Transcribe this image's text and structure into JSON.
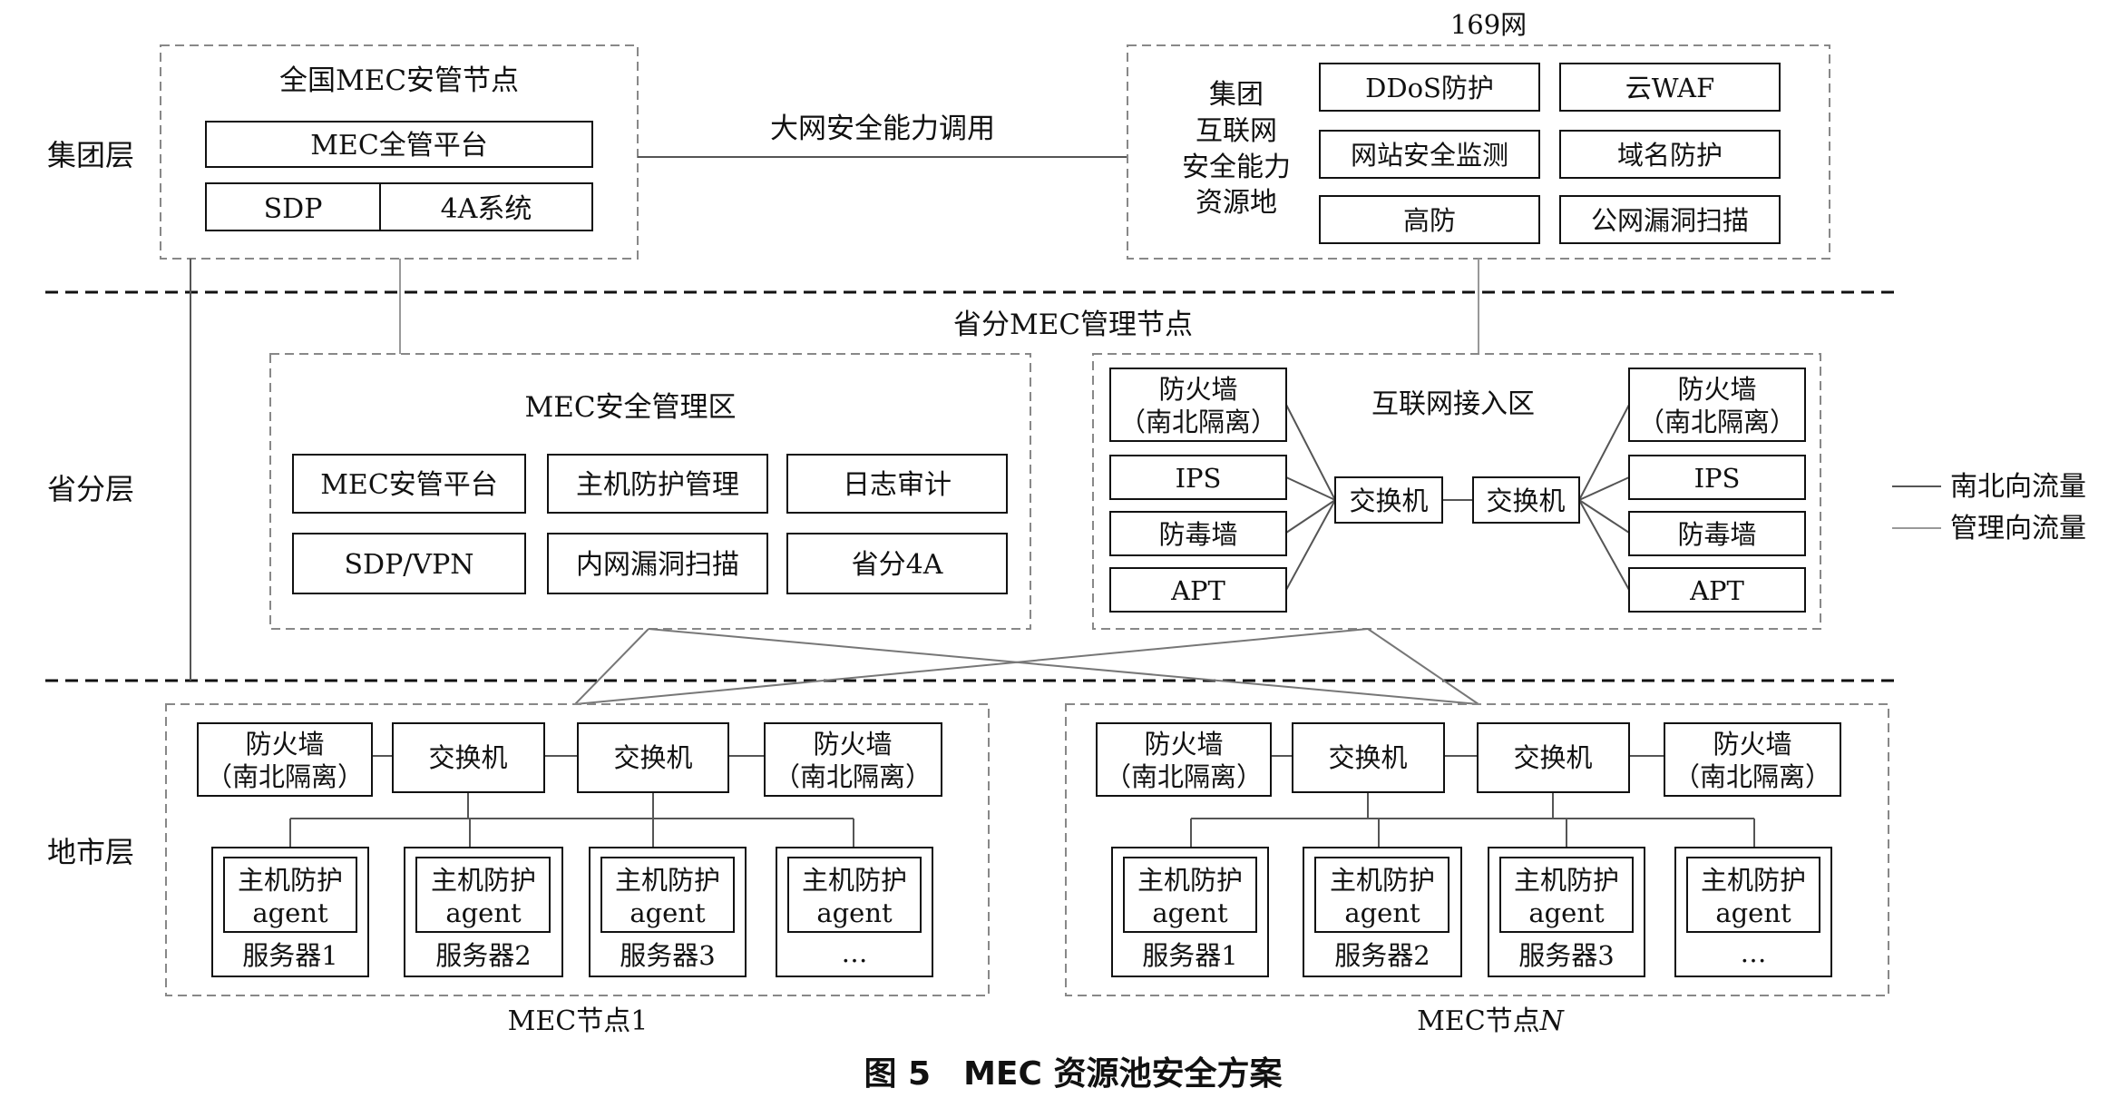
{
  "layers": {
    "group": "集团层",
    "province": "省分层",
    "city": "地市层"
  },
  "group": {
    "national_node": {
      "title": "全国MEC安管节点",
      "platform": "MEC全管平台",
      "sdp": "SDP",
      "fourA": "4A系统"
    },
    "link_label": "大网安全能力调用",
    "net169": "169网",
    "resource": {
      "title_lines": [
        "集团",
        "互联网",
        "安全能力",
        "资源地"
      ],
      "items": [
        "DDoS防护",
        "云WAF",
        "网站安全监测",
        "域名防护",
        "高防",
        "公网漏洞扫描"
      ]
    }
  },
  "province": {
    "node_title": "省分MEC管理节点",
    "mgmt": {
      "title": "MEC安全管理区",
      "items": [
        "MEC安管平台",
        "主机防护管理",
        "日志审计",
        "SDP/VPN",
        "内网漏洞扫描",
        "省分4A"
      ]
    },
    "internet": {
      "title": "互联网接入区",
      "firewall_line1": "防火墙",
      "firewall_line2": "（南北隔离）",
      "ips": "IPS",
      "av": "防毒墙",
      "apt": "APT",
      "switch": "交换机"
    }
  },
  "city": {
    "firewall_line1": "防火墙",
    "firewall_line2": "（南北隔离）",
    "switch": "交换机",
    "agent_line1": "主机防护",
    "agent_line2": "agent",
    "servers": [
      "服务器1",
      "服务器2",
      "服务器3",
      "…"
    ],
    "node1": "MEC节点1",
    "nodeN_prefix": "MEC节点",
    "nodeN_suffix": "N"
  },
  "legend": {
    "ns": "南北向流量",
    "mgmt": "管理向流量"
  },
  "caption": "图 5　MEC 资源池安全方案",
  "colors": {
    "ns_line": "#555555",
    "mgmt_line": "#999999",
    "box": "#111111",
    "dash": "#888888"
  }
}
